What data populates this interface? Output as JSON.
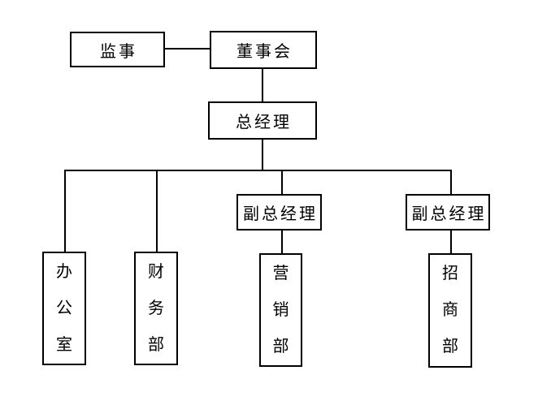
{
  "colors": {
    "background": "#ffffff",
    "line": "#000000",
    "text": "#000000"
  },
  "diagram": {
    "type": "org-chart",
    "nodes": {
      "supervisor": {
        "label": "监事"
      },
      "board": {
        "label": "董事会"
      },
      "general_manager": {
        "label": "总经理"
      },
      "deputy_gm_1": {
        "label": "副总经理"
      },
      "deputy_gm_2": {
        "label": "副总经理"
      },
      "office": {
        "label": "办公室"
      },
      "finance_dept": {
        "label": "财务部"
      },
      "marketing_dept": {
        "label": "营销部"
      },
      "investment_dept": {
        "label": "招商部"
      }
    },
    "edges": [
      {
        "from": "supervisor",
        "to": "board"
      },
      {
        "from": "board",
        "to": "general_manager"
      },
      {
        "from": "general_manager",
        "to": "office"
      },
      {
        "from": "general_manager",
        "to": "finance_dept"
      },
      {
        "from": "general_manager",
        "to": "deputy_gm_1"
      },
      {
        "from": "general_manager",
        "to": "deputy_gm_2"
      },
      {
        "from": "deputy_gm_1",
        "to": "marketing_dept"
      },
      {
        "from": "deputy_gm_2",
        "to": "investment_dept"
      }
    ]
  }
}
